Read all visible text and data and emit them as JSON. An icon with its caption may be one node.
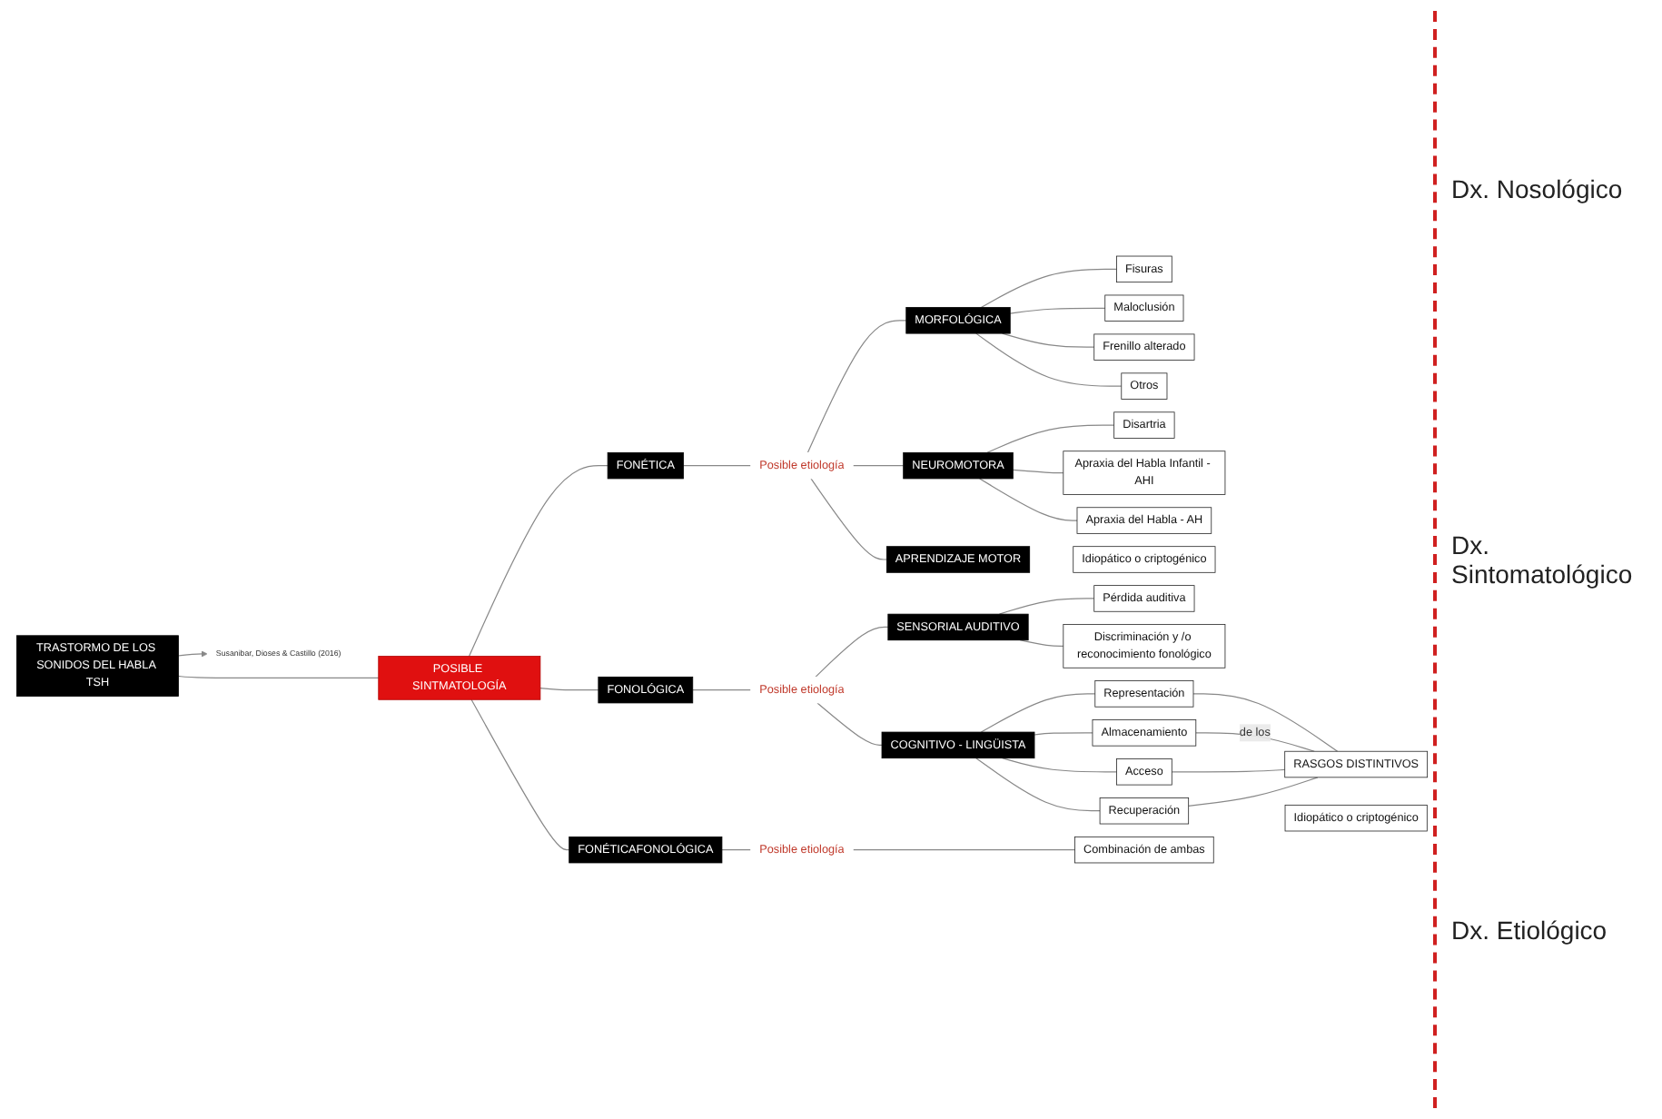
{
  "diagram": {
    "nodes": [
      {
        "text": [
          "TRASTORMO DE LOS SONIDOS DEL HABLA TSH"
        ]
      },
      {
        "text": [
          "Susanibar, Dioses & Castillo (2016)"
        ]
      },
      {
        "text": [
          "POSIBLE SINTMATOLOGÍA"
        ]
      },
      {
        "text": [
          "FONÉTICA"
        ]
      },
      {
        "text": [
          "FONOLÓGICA"
        ]
      },
      {
        "text": [
          "FONÉTICAFONOLÓGICA"
        ]
      },
      {
        "text": [
          "Posible etiología"
        ]
      },
      {
        "text": [
          "MORFOLÓGICA"
        ]
      },
      {
        "text": [
          "Fisuras"
        ]
      },
      {
        "text": [
          "Maloclusión"
        ]
      },
      {
        "text": [
          "Frenillo alterado"
        ]
      },
      {
        "text": [
          "Otros"
        ]
      },
      {
        "text": [
          "NEUROMOTORA"
        ]
      },
      {
        "text": [
          "Disartria"
        ]
      },
      {
        "text": [
          "Apraxia del Habla Infantil - AHI"
        ]
      },
      {
        "text": [
          "Apraxia del Habla - AH"
        ]
      },
      {
        "text": [
          "APRENDIZAJE MOTOR"
        ]
      },
      {
        "text": [
          "Idiopático o criptogénico"
        ]
      },
      {
        "text": [
          "Posible etiología"
        ]
      },
      {
        "text": [
          "SENSORIAL AUDITIVO"
        ]
      },
      {
        "text": [
          "Pérdida auditiva"
        ]
      },
      {
        "text": [
          "Discriminación y /o reconocimiento fonológico"
        ]
      },
      {
        "text": [
          "COGNITIVO - LINGÜISTA"
        ]
      },
      {
        "text": [
          "Representación"
        ]
      },
      {
        "text": [
          "Almacenamiento"
        ]
      },
      {
        "text": [
          "Acceso"
        ]
      },
      {
        "text": [
          "Recuperación"
        ]
      },
      {
        "text": [
          "RASGOS DISTINTIVOS"
        ]
      },
      {
        "text": [
          "Idiopático o criptogénico"
        ]
      },
      {
        "text": [
          "Posible etiología"
        ]
      },
      {
        "text": [
          "Combinación de ambas"
        ]
      }
    ],
    "edges": [
      {
        "from": 0,
        "to": 1,
        "arrow": "to"
      },
      {
        "from": 0,
        "to": 2,
        "arrow": "none"
      },
      {
        "from": 2,
        "to": 3,
        "arrow": "none"
      },
      {
        "from": 2,
        "to": 4,
        "arrow": "none"
      },
      {
        "from": 2,
        "to": 5,
        "arrow": "none"
      },
      {
        "from": 3,
        "to": 6,
        "arrow": "none"
      },
      {
        "from": 6,
        "to": 7,
        "arrow": "none"
      },
      {
        "from": 7,
        "to": 8,
        "arrow": "none"
      },
      {
        "from": 7,
        "to": 9,
        "arrow": "none"
      },
      {
        "from": 7,
        "to": 10,
        "arrow": "none"
      },
      {
        "from": 7,
        "to": 11,
        "arrow": "none"
      },
      {
        "from": 6,
        "to": 12,
        "arrow": "none"
      },
      {
        "from": 12,
        "to": 13,
        "arrow": "none"
      },
      {
        "from": 12,
        "to": 14,
        "arrow": "none"
      },
      {
        "from": 12,
        "to": 15,
        "arrow": "none"
      },
      {
        "from": 6,
        "to": 16,
        "arrow": "none"
      },
      {
        "from": 4,
        "to": 18,
        "arrow": "none"
      },
      {
        "from": 18,
        "to": 19,
        "arrow": "none"
      },
      {
        "from": 19,
        "to": 20,
        "arrow": "none"
      },
      {
        "from": 19,
        "to": 21,
        "arrow": "none"
      },
      {
        "from": 18,
        "to": 22,
        "arrow": "none"
      },
      {
        "from": 22,
        "to": 23,
        "arrow": "none"
      },
      {
        "from": 22,
        "to": 24,
        "arrow": "none"
      },
      {
        "from": 22,
        "to": 25,
        "arrow": "none"
      },
      {
        "from": 22,
        "to": 26,
        "arrow": "none"
      },
      {
        "from": 23,
        "to": 27,
        "arrow": "none"
      },
      {
        "from": 24,
        "to": 27,
        "arrow": "none",
        "label": "de los"
      },
      {
        "from": 25,
        "to": 27,
        "arrow": "none"
      },
      {
        "from": 26,
        "to": 27,
        "arrow": "none"
      },
      {
        "from": 5,
        "to": 29,
        "arrow": "none"
      },
      {
        "from": 29,
        "to": 30,
        "arrow": "none"
      }
    ],
    "labels": [
      "Dx. Nosológico",
      "Dx. Sintomatológico",
      "Dx. Etiológico"
    ]
  }
}
